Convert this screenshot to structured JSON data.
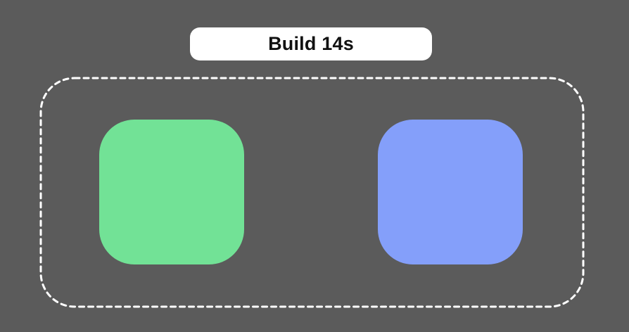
{
  "header": {
    "label": "Build 14s"
  },
  "tiles": [
    {
      "name": "green-tile",
      "color": "#72e296"
    },
    {
      "name": "blue-tile",
      "color": "#849ffa"
    }
  ],
  "colors": {
    "background": "#5b5b5b",
    "pill_background": "#ffffff",
    "outline": "#ffffff"
  }
}
